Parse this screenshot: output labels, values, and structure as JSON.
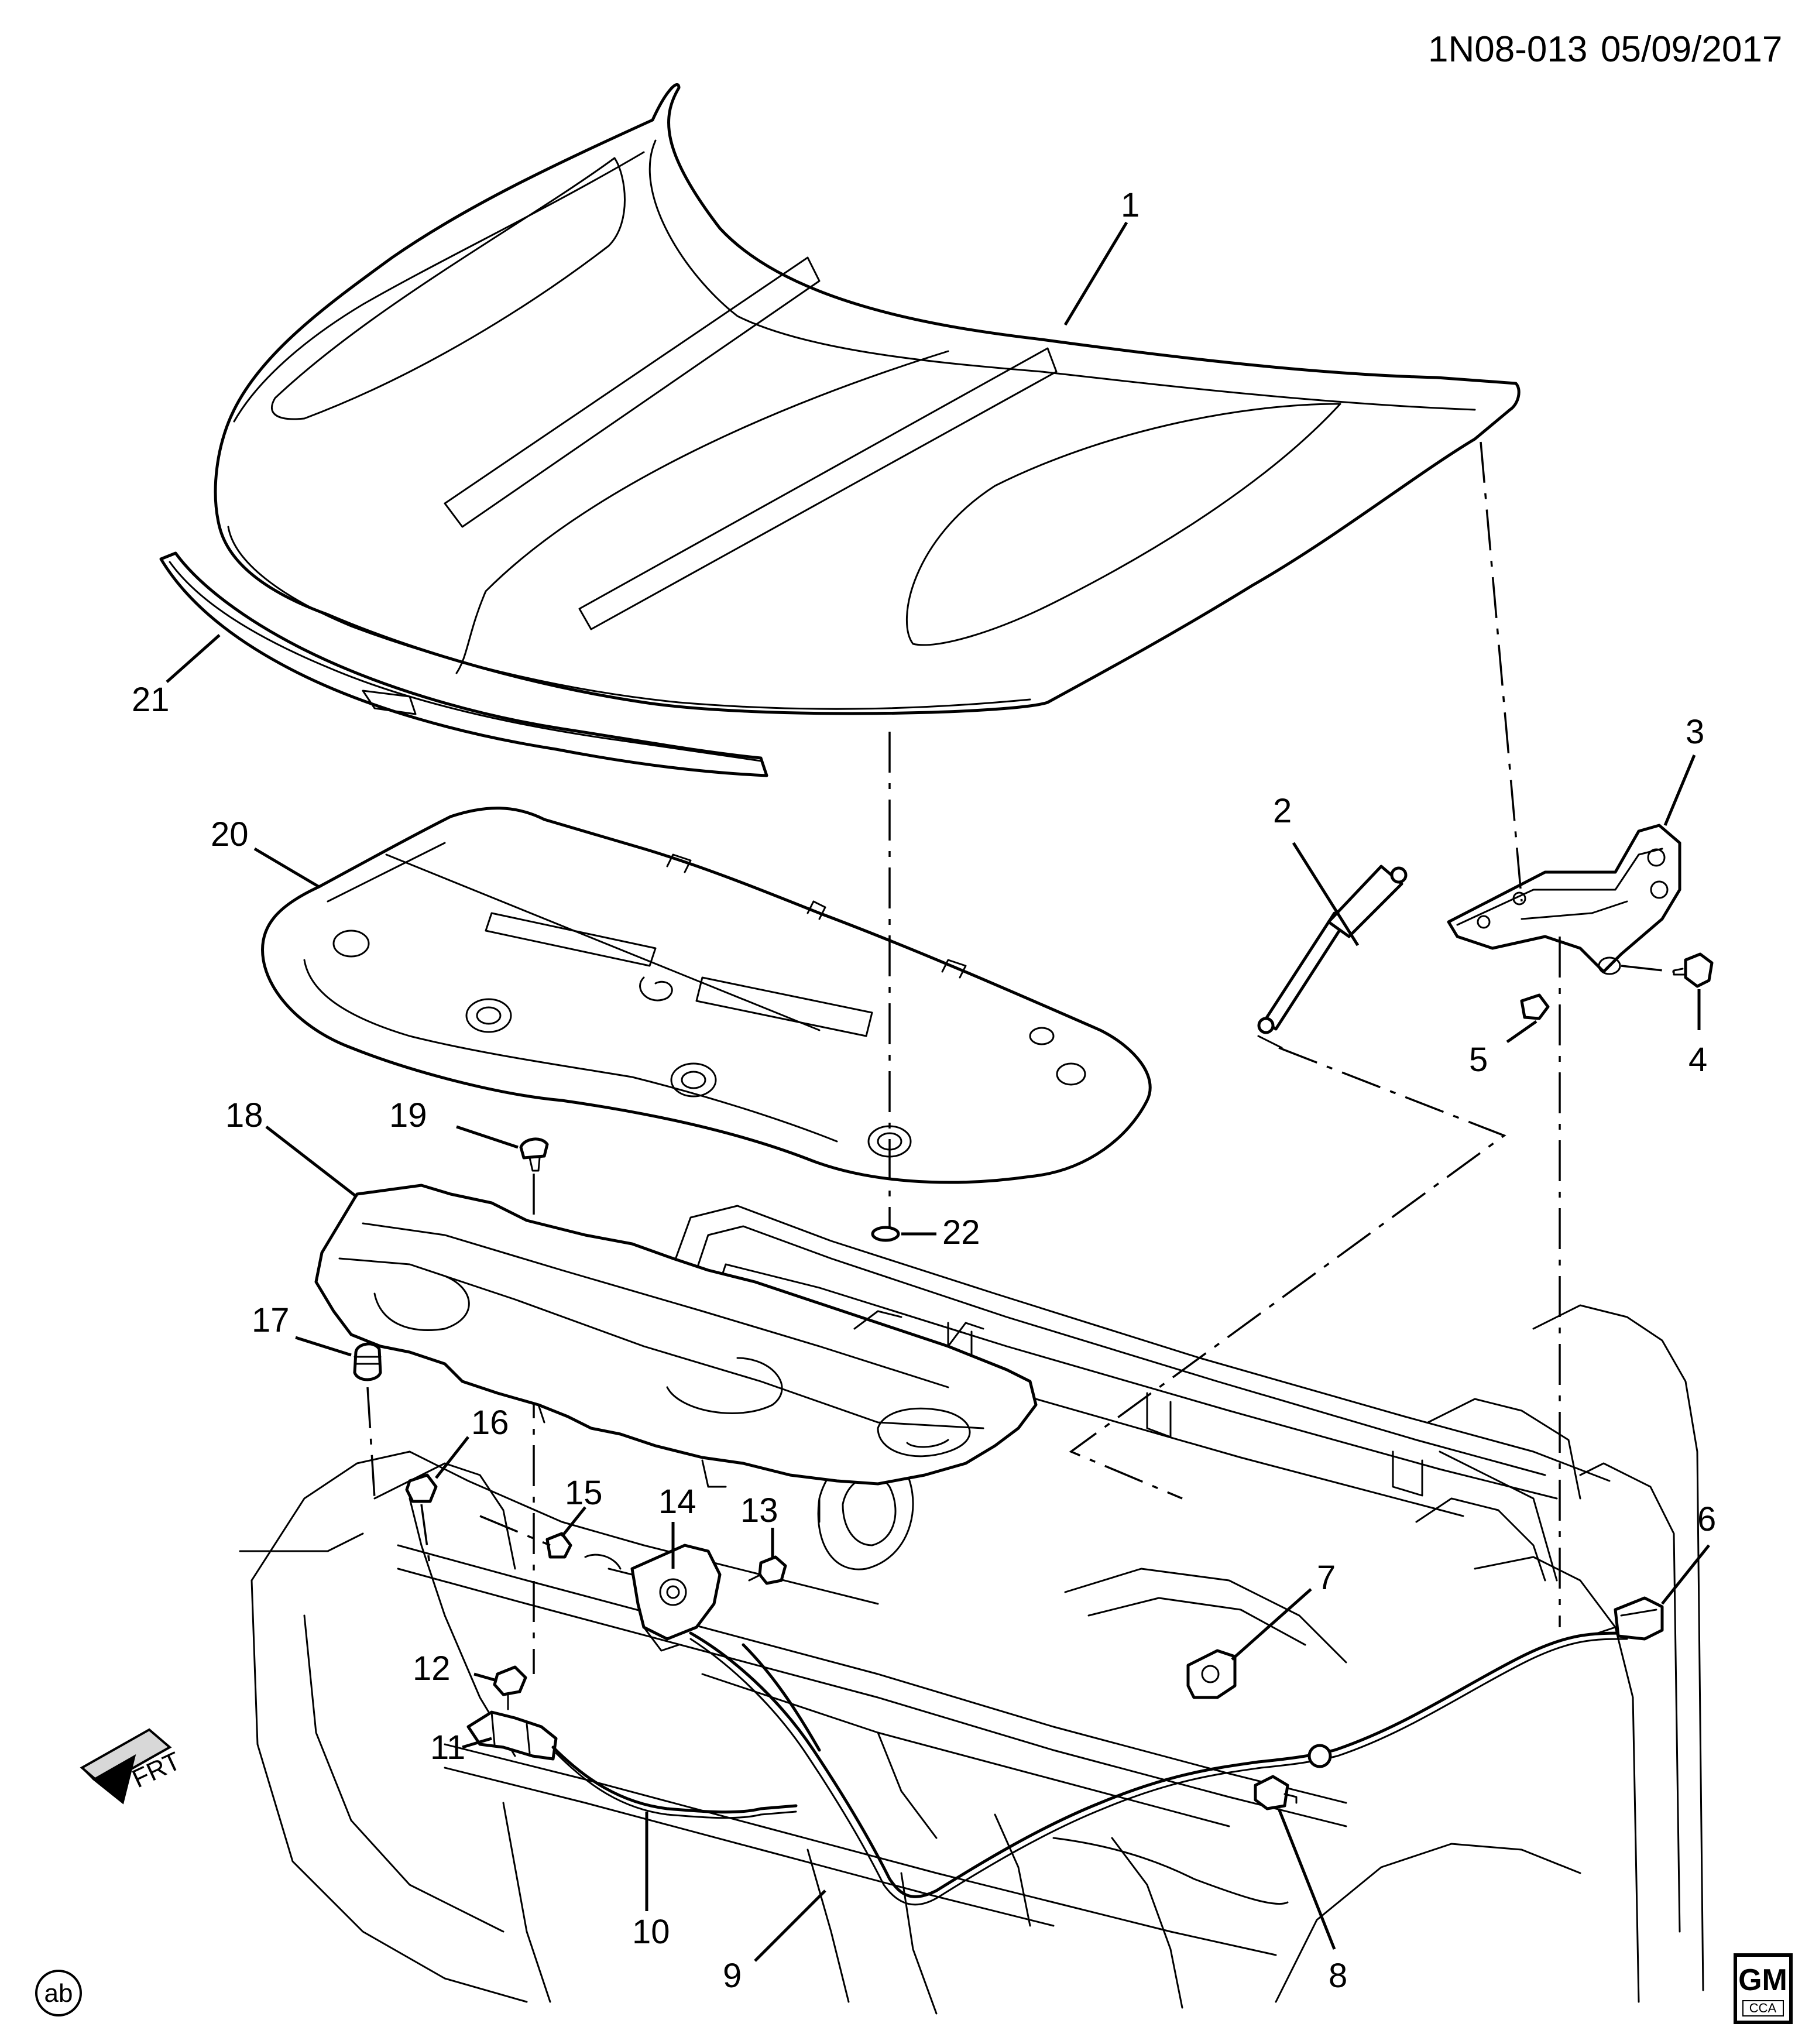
{
  "header": {
    "drawing_id": "1N08-013",
    "date": "05/09/2017"
  },
  "callouts": [
    "1",
    "2",
    "3",
    "4",
    "5",
    "6",
    "7",
    "8",
    "9",
    "10",
    "11",
    "12",
    "13",
    "14",
    "15",
    "16",
    "17",
    "18",
    "19",
    "20",
    "21",
    "22"
  ],
  "front_indicator": {
    "label": "FRT",
    "icon": "front-arrow-icon"
  },
  "footer": {
    "corner_badge": "ab",
    "logo_text": "GM",
    "logo_subtext": "CCA"
  }
}
